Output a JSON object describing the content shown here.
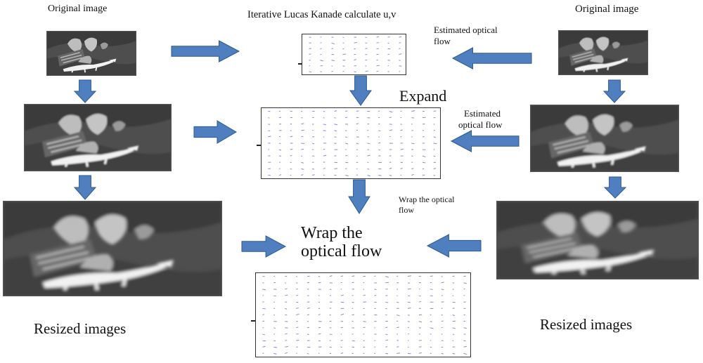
{
  "labels": {
    "original_left": "Original image",
    "original_right": "Original image",
    "iterative_lk": "Iterative  Lucas Kanade calculate u,v",
    "estimated_top_line1": "Estimated optical",
    "estimated_top_line2": "flow",
    "expand": "Expand",
    "estimated_mid_line1": "Estimated",
    "estimated_mid_line2": "optical flow",
    "wrap_small_line1": "Wrap the optical",
    "wrap_small_line2": "flow",
    "wrap_big_line1": "Wrap the",
    "wrap_big_line2": "optical flow",
    "resized_left": "Resized images",
    "resized_right": "Resized images"
  },
  "colors": {
    "arrow_fill": "#4f7fbf",
    "arrow_stroke": "#2d5a92",
    "vector_color": "#8a86d6"
  }
}
